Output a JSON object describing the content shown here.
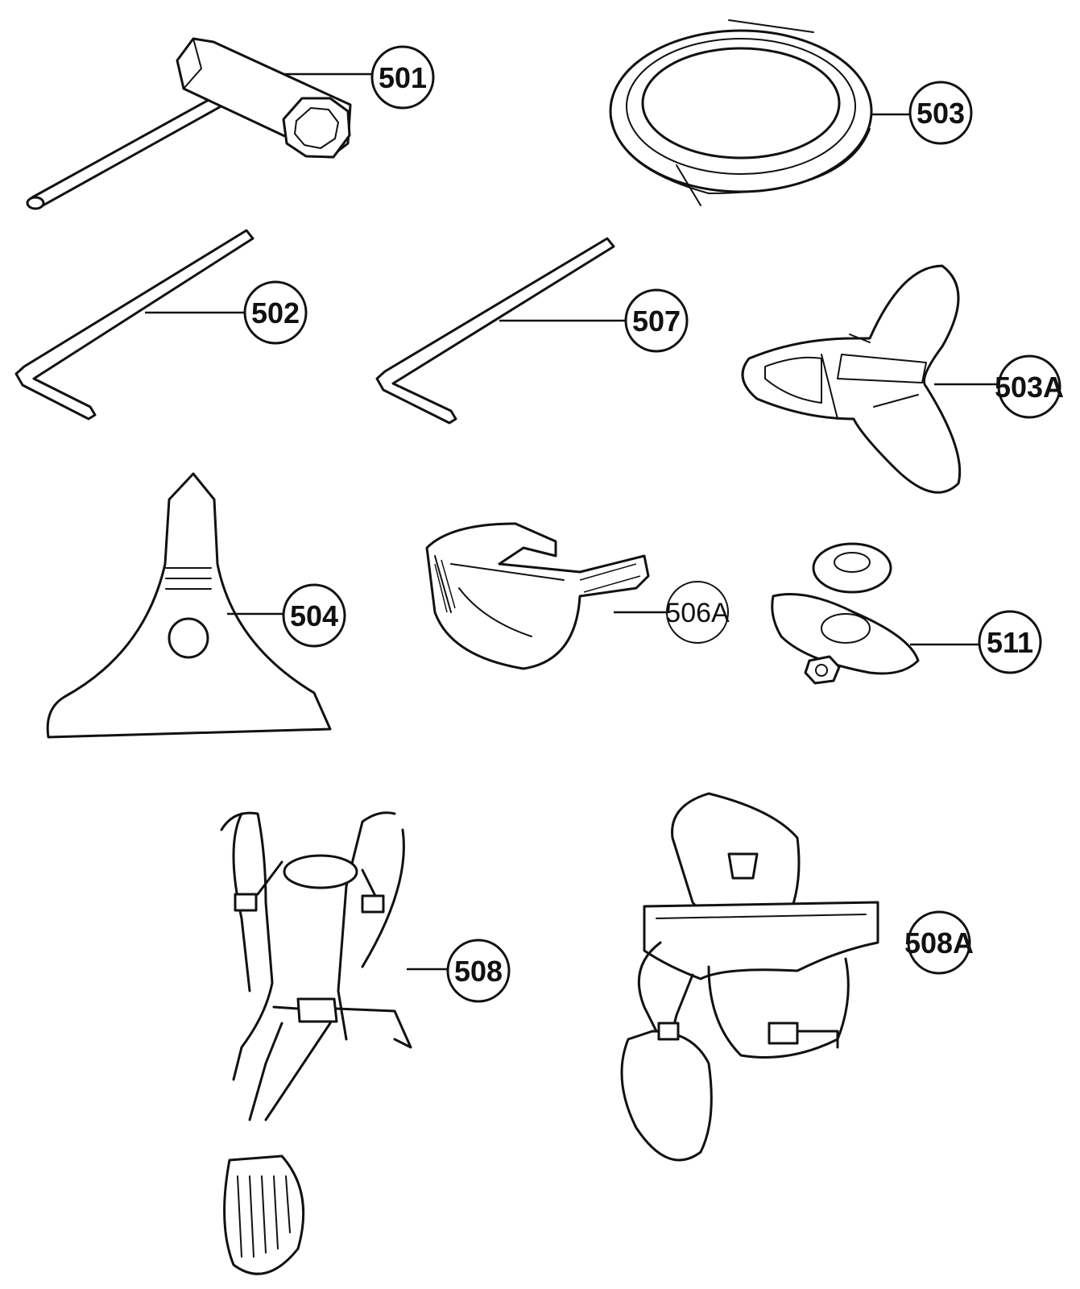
{
  "parts": [
    {
      "id": "501",
      "label": "501",
      "item": "spark-plug-wrench"
    },
    {
      "id": "502",
      "label": "502",
      "item": "hex-key-small"
    },
    {
      "id": "503",
      "label": "503",
      "item": "blade-guard-ring"
    },
    {
      "id": "503A",
      "label": "503A",
      "item": "hip-pad"
    },
    {
      "id": "504",
      "label": "504",
      "item": "three-tooth-blade"
    },
    {
      "id": "506A",
      "label": "506A",
      "item": "safety-glasses"
    },
    {
      "id": "507",
      "label": "507",
      "item": "hex-key-large"
    },
    {
      "id": "508",
      "label": "508",
      "item": "double-shoulder-harness"
    },
    {
      "id": "508A",
      "label": "508A",
      "item": "deluxe-harness"
    },
    {
      "id": "511",
      "label": "511",
      "item": "blade-cup-and-nut"
    }
  ]
}
